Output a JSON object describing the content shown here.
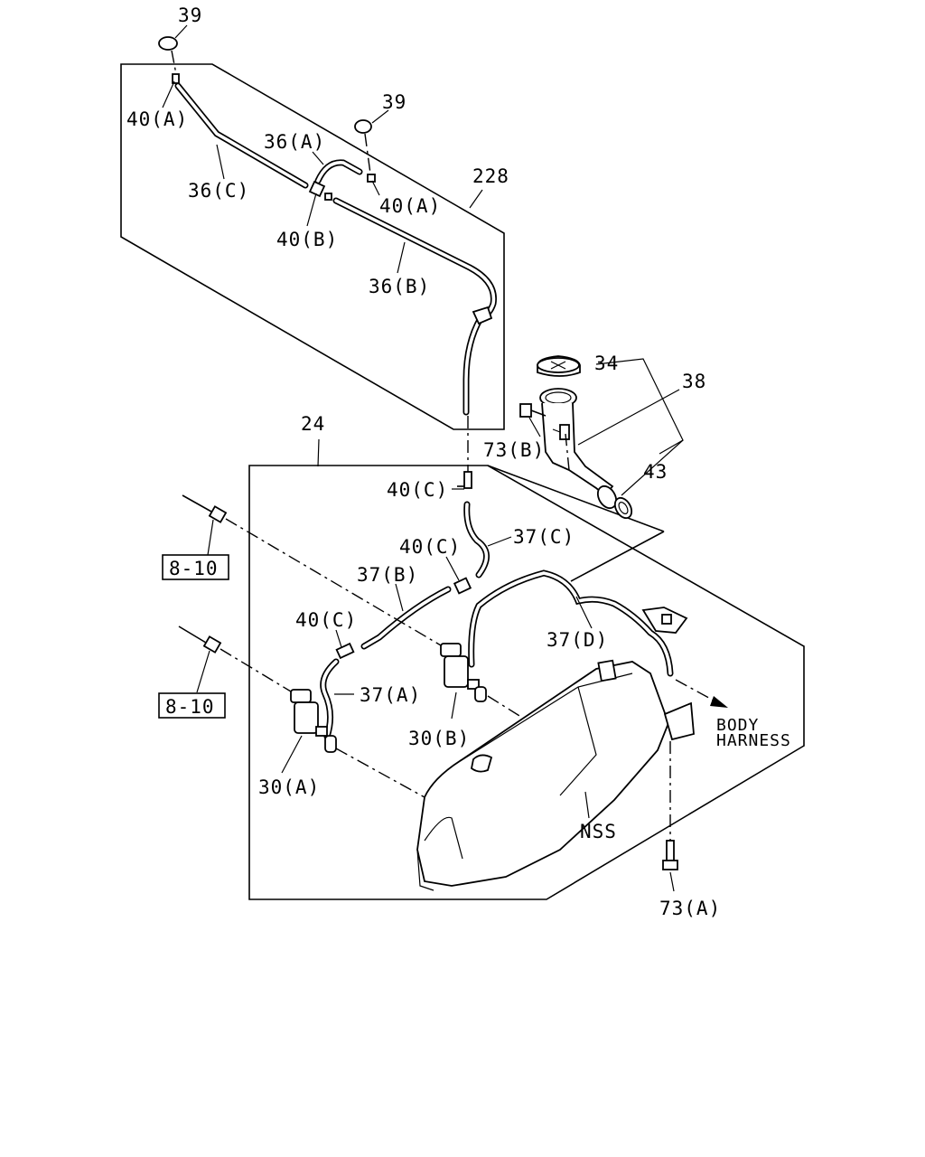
{
  "labels": {
    "p39a": "39",
    "p39b": "39",
    "p40a1": "40(A)",
    "p40a2": "40(A)",
    "p36a": "36(A)",
    "p36c": "36(C)",
    "p40b": "40(B)",
    "p228": "228",
    "p36b": "36(B)",
    "p34": "34",
    "p38": "38",
    "p73b": "73(B)",
    "p43": "43",
    "p24": "24",
    "p40c1": "40(C)",
    "p40c2": "40(C)",
    "p37c": "37(C)",
    "p37b": "37(B)",
    "p40c3": "40(C)",
    "p37d": "37(D)",
    "p37a": "37(A)",
    "p30b": "30(B)",
    "p30a": "30(A)",
    "nss": "NSS",
    "p73a": "73(A)",
    "body": "BODY",
    "harness": "HARNESS",
    "ref1": "8-10",
    "ref2": "8-10"
  }
}
